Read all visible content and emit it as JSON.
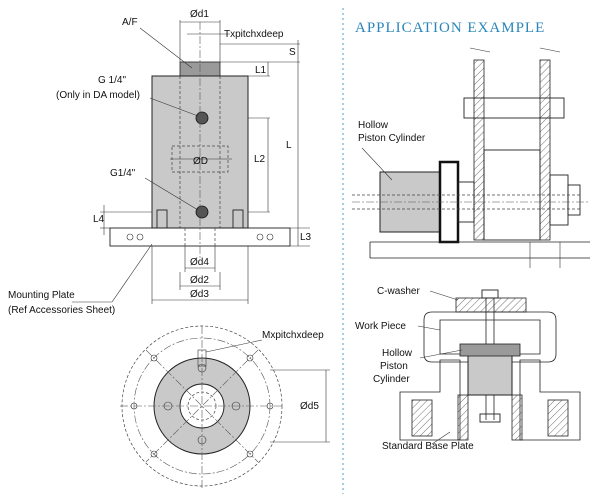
{
  "title": "APPLICATION EXAMPLE",
  "labels": {
    "af": "A/F",
    "d1": "Ød1",
    "thread": "Txpitchxdeep",
    "s": "S",
    "l1": "L1",
    "g14": "G 1/4\"",
    "only_da": "(Only in DA model)",
    "l": "L",
    "od": "ØD",
    "l2": "L2",
    "g14b": "G1/4\"",
    "l4": "L4",
    "l3": "L3",
    "d4": "Ød4",
    "d2": "Ød2",
    "d3": "Ød3",
    "mounting_plate": "Mounting Plate",
    "ref_sheet": "(Ref Accessories Sheet)",
    "mxpitch": "Mxpitchxdeep",
    "d5": "Ød5"
  },
  "application": {
    "hollow_piston_cylinder": [
      "Hollow",
      "Piston Cylinder"
    ],
    "c_washer": "C-washer",
    "work_piece": "Work Piece",
    "hollow2": [
      "Hollow",
      "Piston",
      "Cylinder"
    ],
    "standard_base_plate": "Standard Base Plate"
  }
}
